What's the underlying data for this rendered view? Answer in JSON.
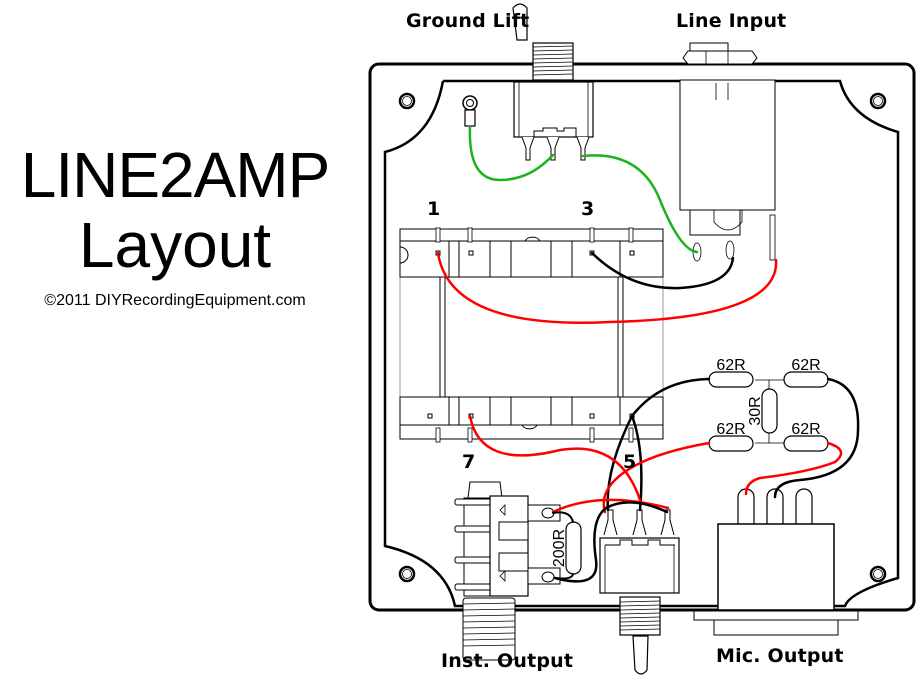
{
  "title": {
    "line1": "LINE2AMP",
    "line2": "Layout",
    "copyright": "©2011 DIYRecordingEquipment.com"
  },
  "labels": {
    "ground_lift": "Ground Lift",
    "line_input": "Line Input",
    "inst_output": "Inst. Output",
    "mic_output": "Mic. Output"
  },
  "transformer_pins": {
    "pin1": "1",
    "pin3": "3",
    "pin5": "5",
    "pin7": "7"
  },
  "resistors": {
    "r_top_left": "62R",
    "r_top_right": "62R",
    "r_bottom_left": "62R",
    "r_bottom_right": "62R",
    "r_shunt": "30R",
    "r_output": "200R"
  },
  "wire_colors": {
    "ground": "#1db21d",
    "hot": "#ff0000",
    "cold": "#000000"
  }
}
